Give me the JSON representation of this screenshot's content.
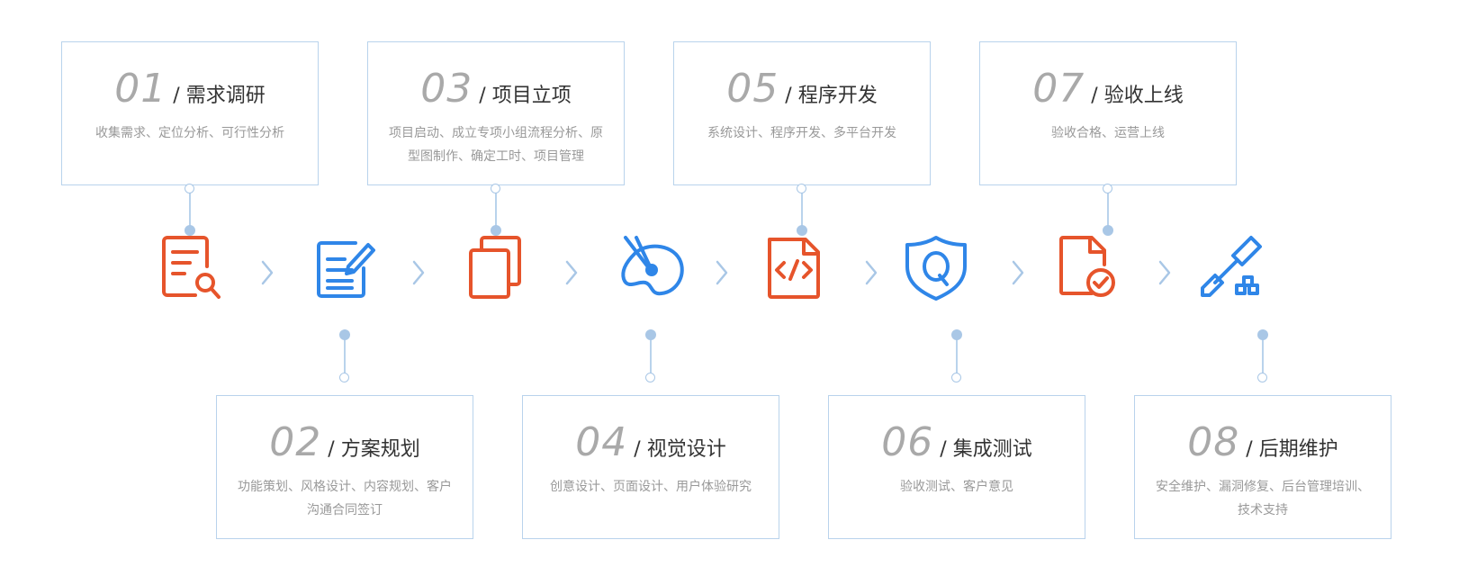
{
  "colors": {
    "orange": "#e6542b",
    "blue": "#2f86e8",
    "border": "#b9d3ec",
    "connector": "#a9c7e6"
  },
  "separator": "/",
  "steps": [
    {
      "num": "01",
      "title": "需求调研",
      "desc": "收集需求、定位分析、可行性分析",
      "icon": "document-search-icon"
    },
    {
      "num": "02",
      "title": "方案规划",
      "desc": "功能策划、风格设计、内容规划、客户沟通合同签订",
      "icon": "edit-document-icon"
    },
    {
      "num": "03",
      "title": "项目立项",
      "desc": "项目启动、成立专项小组流程分析、原型图制作、确定工时、项目管理",
      "icon": "copy-pages-icon"
    },
    {
      "num": "04",
      "title": "视觉设计",
      "desc": "创意设计、页面设计、用户体验研究",
      "icon": "paint-palette-icon"
    },
    {
      "num": "05",
      "title": "程序开发",
      "desc": "系统设计、程序开发、多平台开发",
      "icon": "code-file-icon"
    },
    {
      "num": "06",
      "title": "集成测试",
      "desc": "验收测试、客户意见",
      "icon": "shield-q-icon"
    },
    {
      "num": "07",
      "title": "验收上线",
      "desc": "验收合格、运营上线",
      "icon": "file-check-icon"
    },
    {
      "num": "08",
      "title": "后期维护",
      "desc": "安全维护、漏洞修复、后台管理培训、技术支持",
      "icon": "screwdriver-tool-icon"
    }
  ]
}
